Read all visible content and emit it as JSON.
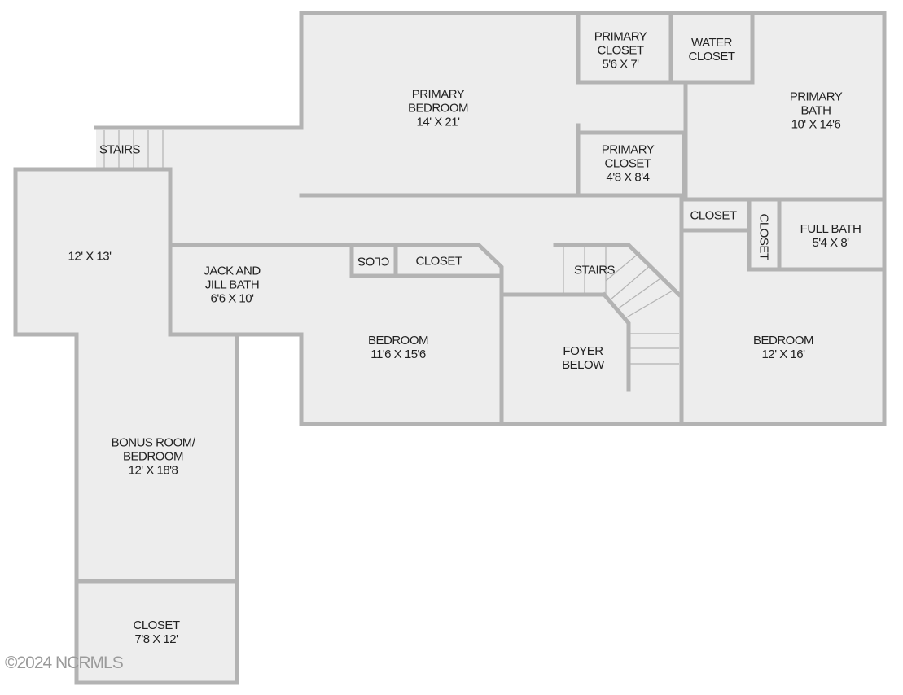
{
  "rooms": {
    "primary_bedroom": "PRIMARY\nBEDROOM\n14' X 21'",
    "primary_closet_top": "PRIMARY\nCLOSET\n5'6 X 7'",
    "water_closet": "WATER\nCLOSET",
    "primary_bath": "PRIMARY\nBATH\n10' X 14'6",
    "primary_closet_bottom": "PRIMARY\nCLOSET\n4'8 X 8'4",
    "stairs_top": "STAIRS",
    "room_12x13": "12' X 13'",
    "jack_jill_bath": "JACK AND\nJILL BATH\n6'6 X 10'",
    "clos": "CLOS",
    "closet_hall": "CLOSET",
    "stairs_main": "STAIRS",
    "closet_right": "CLOSET",
    "closet_vertical": "CLOSET",
    "full_bath": "FULL BATH\n5'4 X 8'",
    "bedroom_middle": "BEDROOM\n11'6 X 15'6",
    "foyer_below": "FOYER\nBELOW",
    "bedroom_right": "BEDROOM\n12' X 16'",
    "bonus_room": "BONUS ROOM/\nBEDROOM\n12' X 18'8",
    "closet_bottom": "CLOSET\n7'8 X 12'"
  },
  "watermark": "©2024 NCRMLS",
  "colors": {
    "wall": "#b3b3b3",
    "floor": "#ededed",
    "text": "#222222"
  }
}
